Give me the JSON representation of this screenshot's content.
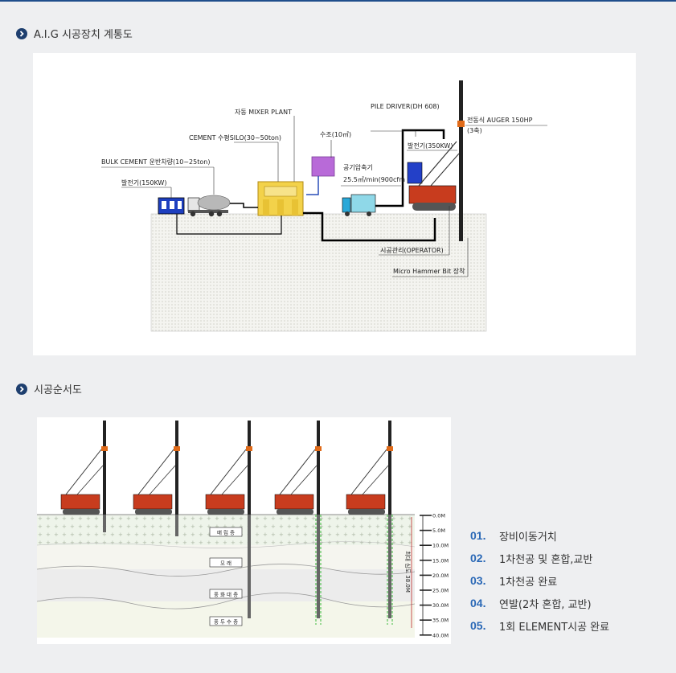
{
  "section1": {
    "title": "A.I.G 시공장치 계통도"
  },
  "section2": {
    "title": "시공순서도"
  },
  "diagram1": {
    "labels": {
      "mixer_plant": "자동 MIXER PLANT",
      "cement_silo": "CEMENT 수평SILO(30~50ton)",
      "water_tank": "수조(10㎥)",
      "bulk_cement": "BULK CEMENT 운반차량(10~25ton)",
      "generator_small": "발전기(150KW)",
      "air_compressor_1": "공기압축기",
      "air_compressor_2": "25.5㎥/min(900cfm",
      "pile_driver": "PILE DRIVER(DH 608)",
      "auger_1": "전동식 AUGER 150HP",
      "auger_2": "(3축)",
      "generator_large": "발전기(350KW)",
      "operator": "시공관리(OPERATOR)",
      "hammer_bit": "Micro Hammer Bit 장착"
    }
  },
  "diagram2": {
    "depth_labels": [
      "0.0M",
      "5.0M",
      "10.0M",
      "15.0M",
      "20.0M",
      "25.0M",
      "30.0M",
      "35.0M",
      "40.0M"
    ],
    "layers": [
      "매 립 층",
      "모 래",
      "풍 화 대 층",
      "풍 두 수 층"
    ],
    "total_depth": "최대 심도 38.0M"
  },
  "steps": [
    {
      "num": "01.",
      "text": "장비이동거치"
    },
    {
      "num": "02.",
      "text": "1차천공 및 혼합,교반"
    },
    {
      "num": "03.",
      "text": "1차천공 완료"
    },
    {
      "num": "04.",
      "text": "연발(2차 혼합, 교반)"
    },
    {
      "num": "05.",
      "text": "1회 ELEMENT시공 완료"
    }
  ]
}
